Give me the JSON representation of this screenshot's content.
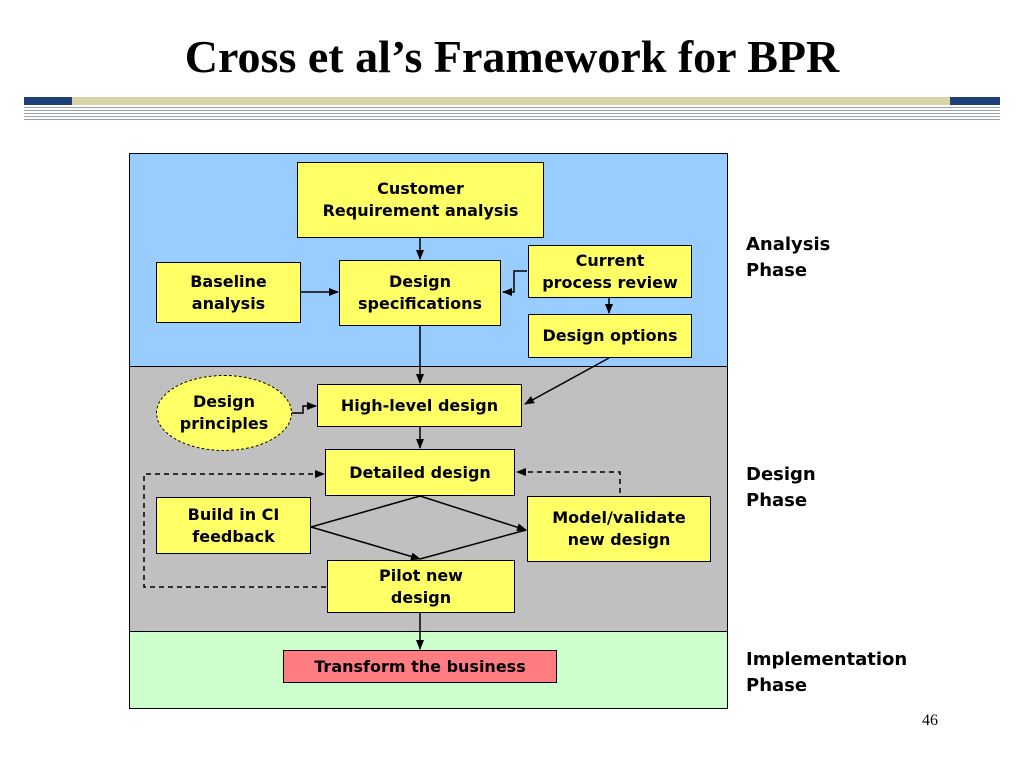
{
  "slide": {
    "title": "Cross et al’s Framework for BPR",
    "page_number": "46"
  },
  "phases": {
    "analysis": "Analysis\nPhase",
    "design": "Design\nPhase",
    "implementation": "Implementation\nPhase"
  },
  "nodes": {
    "customer_requirement": "Customer\nRequirement analysis",
    "baseline": "Baseline\nanalysis",
    "design_specs": "Design\nspecifications",
    "current_review": "Current\nprocess review",
    "design_options": "Design options",
    "design_principles": "Design\nprinciples",
    "high_level": "High-level design",
    "detailed": "Detailed design",
    "build_ci": "Build in CI\nfeedback",
    "model_validate": "Model/validate\nnew design",
    "pilot": "Pilot new\ndesign",
    "transform": "Transform the business"
  },
  "colors": {
    "analysis_band": "#99ccff",
    "design_band": "#c0c0c0",
    "implementation_band": "#ccffcc",
    "box_fill": "#ffff66",
    "transform_fill": "#ff7c80"
  }
}
